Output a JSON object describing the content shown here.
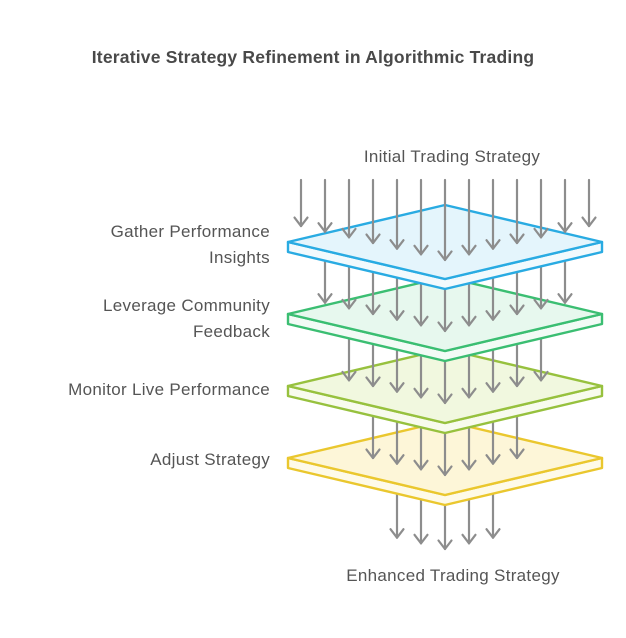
{
  "title": "Iterative Strategy Refinement in Algorithmic Trading",
  "diagram": {
    "input_label": "Initial Trading Strategy",
    "output_label": "Enhanced Trading Strategy",
    "arrow_color": "#8d8d8d",
    "label_color": "#555555",
    "title_color": "#494949",
    "layers": [
      {
        "name": "Gather Performance Insights",
        "label_lines": [
          "Gather Performance",
          "Insights"
        ],
        "stroke": "#29abe2",
        "fill": "#e4f5fc",
        "side_fill": "#f2fafd",
        "arrows_in": 13
      },
      {
        "name": "Leverage Community Feedback",
        "label_lines": [
          "Leverage Community",
          "Feedback"
        ],
        "stroke": "#3bbe72",
        "fill": "#e7f8ee",
        "side_fill": "#f3fbf6",
        "arrows_in": 11
      },
      {
        "name": "Monitor Live Performance",
        "label_lines": [
          "Monitor Live Performance"
        ],
        "stroke": "#97c13e",
        "fill": "#f1f8df",
        "side_fill": "#f8fbee",
        "arrows_in": 9
      },
      {
        "name": "Adjust Strategy",
        "label_lines": [
          "Adjust Strategy"
        ],
        "stroke": "#eac72e",
        "fill": "#fdf6d8",
        "side_fill": "#fefae8",
        "arrows_in": 7
      }
    ],
    "arrows_out": 5
  }
}
